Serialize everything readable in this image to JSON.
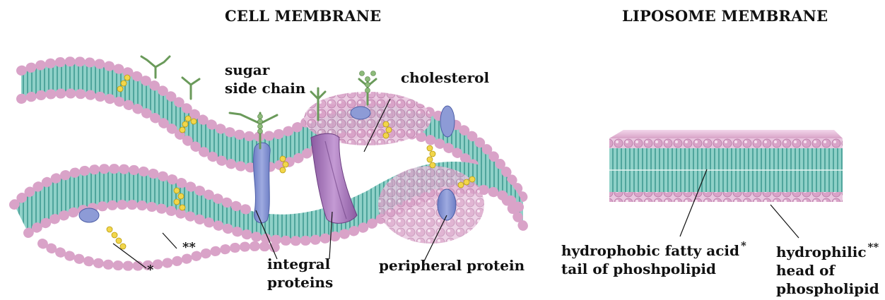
{
  "titles": {
    "cell": "CELL MEMBRANE",
    "liposome": "LIPOSOME MEMBRANE"
  },
  "labels": {
    "sugar_side_chain": [
      "sugar",
      "side chain"
    ],
    "cholesterol": "cholesterol",
    "integral_proteins": [
      "integral",
      "proteins"
    ],
    "peripheral_protein": "peripheral protein",
    "tail": [
      "hydrophobic fatty acid",
      "tail of phoshpolipid"
    ],
    "tail_marker": "*",
    "head": [
      "hydrophilic",
      "head of",
      "phospholipid"
    ],
    "head_marker": "**",
    "cell_tail_marker": "*",
    "cell_head_marker": "**"
  },
  "colors": {
    "lipid_head": "#d9a3c8",
    "lipid_tail": "#5fb8b0",
    "protein": "#7f8fcf",
    "channel_protein": "#a678b8",
    "cholesterol": "#f2d64a",
    "sugar": "#6a9a5a"
  }
}
